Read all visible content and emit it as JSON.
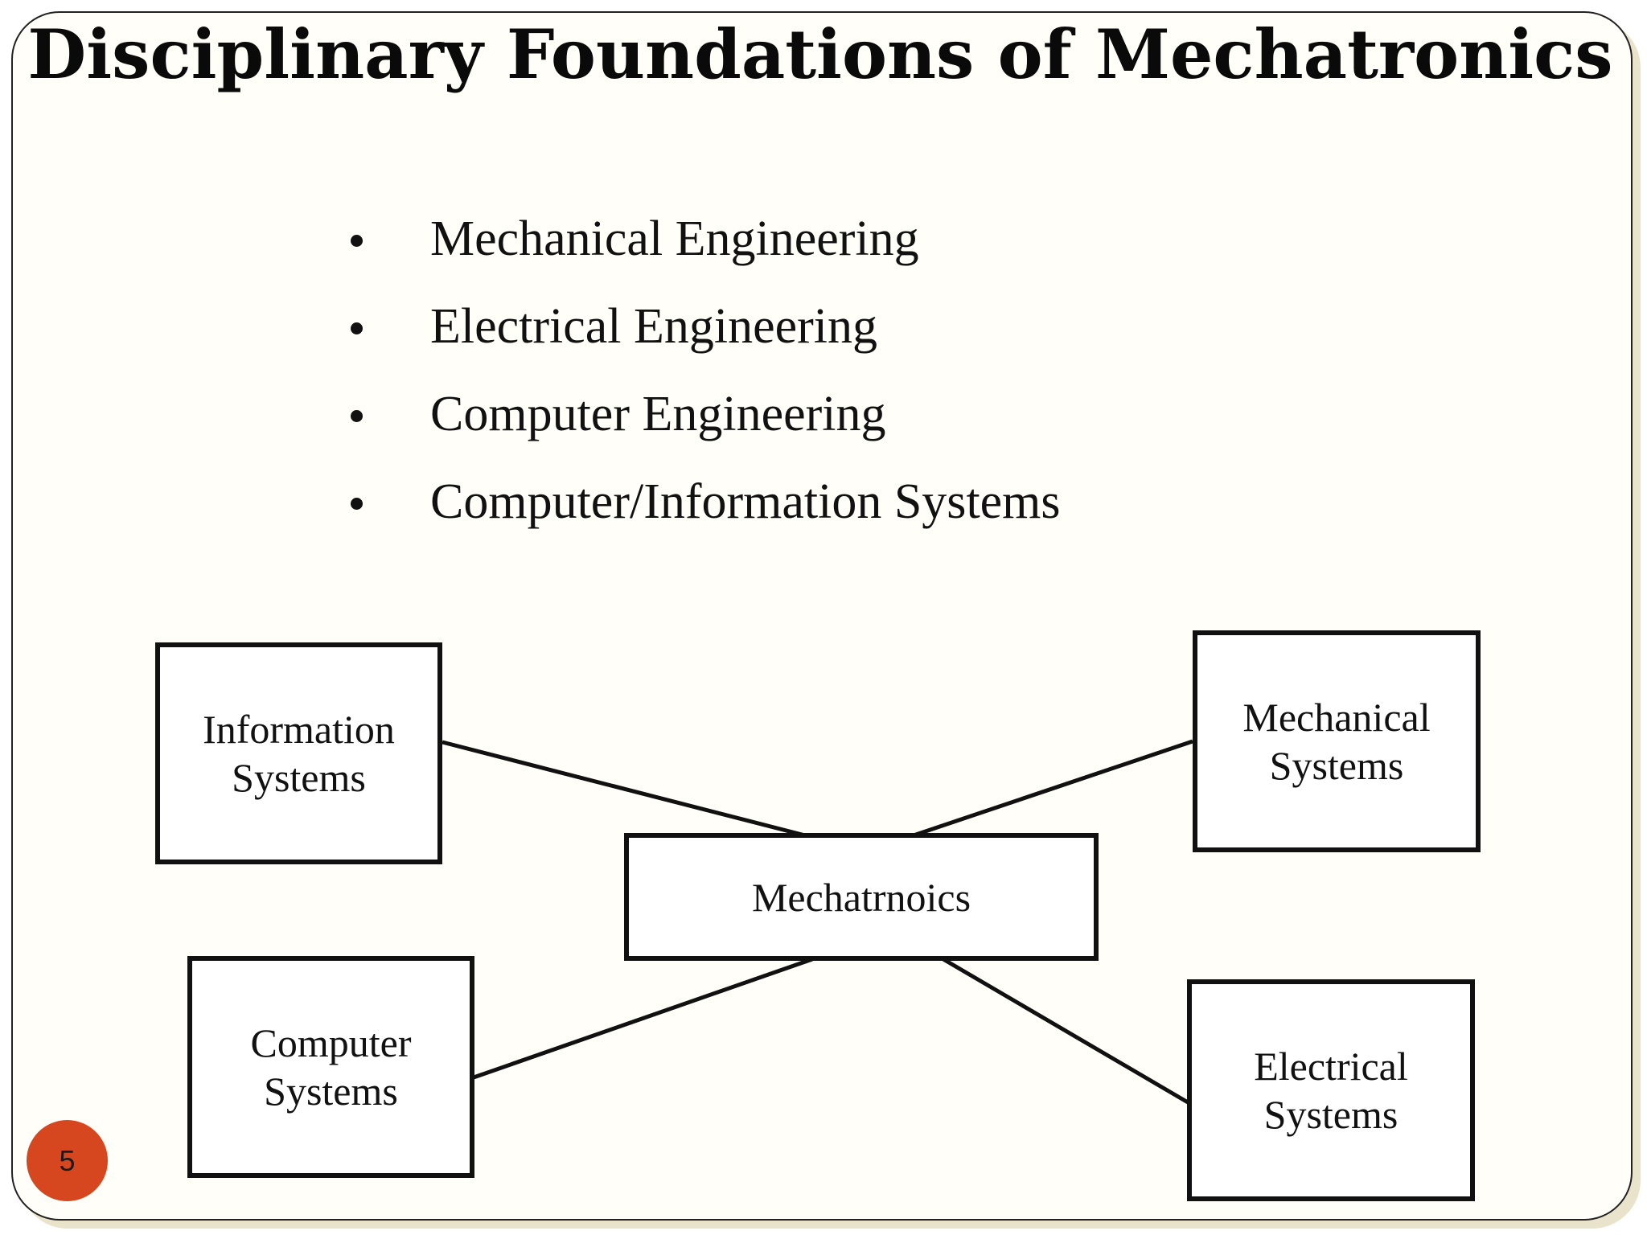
{
  "slide": {
    "title": "Disciplinary Foundations of Mechatronics",
    "page_number": "5",
    "accent_color": "#d6471f"
  },
  "bullets": [
    "Mechanical Engineering",
    "Electrical Engineering",
    "Computer Engineering",
    "Computer/Information Systems"
  ],
  "diagram": {
    "center": "Mechatrnoics",
    "nodes": {
      "information": "Information\nSystems",
      "mechanical": "Mechanical\nSystems",
      "computer": "Computer\nSystems",
      "electrical": "Electrical\nSystems"
    }
  }
}
